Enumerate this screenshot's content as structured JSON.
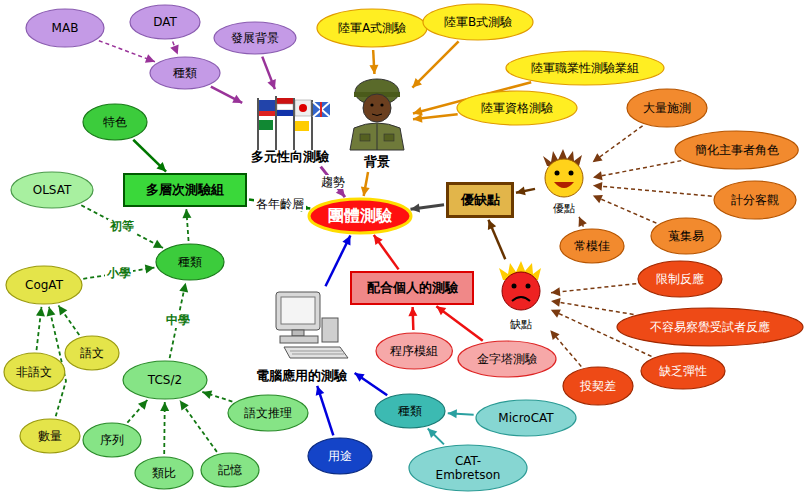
{
  "diagram": {
    "nodes": [
      {
        "text": [
          "團體測驗"
        ]
      },
      {
        "text": [
          "多元性向測驗"
        ]
      },
      {
        "text": [
          "發展背景"
        ]
      },
      {
        "text": [
          "種類"
        ]
      },
      {
        "text": [
          "MAB"
        ]
      },
      {
        "text": [
          "DAT"
        ]
      },
      {
        "text": [
          "背景"
        ]
      },
      {
        "text": [
          "陸軍A式測驗"
        ]
      },
      {
        "text": [
          "陸軍B式測驗"
        ]
      },
      {
        "text": [
          "陸軍職業性測驗業組"
        ]
      },
      {
        "text": [
          "陸軍資格測驗"
        ]
      },
      {
        "text": [
          "優缺點"
        ]
      },
      {
        "text": [
          "優點"
        ]
      },
      {
        "text": [
          "大量施測"
        ]
      },
      {
        "text": [
          "簡化主事者角色"
        ]
      },
      {
        "text": [
          "計分客觀"
        ]
      },
      {
        "text": [
          "蒐集易"
        ]
      },
      {
        "text": [
          "常模佳"
        ]
      },
      {
        "text": [
          "缺點"
        ]
      },
      {
        "text": [
          "限制反應"
        ]
      },
      {
        "text": [
          "不容易察覺受試者反應"
        ]
      },
      {
        "text": [
          "缺乏彈性"
        ]
      },
      {
        "text": [
          "投契差"
        ]
      },
      {
        "text": [
          "配合個人的測驗"
        ]
      },
      {
        "text": [
          "程序模組"
        ]
      },
      {
        "text": [
          "金字塔測驗"
        ]
      },
      {
        "text": [
          "電腦應用的測驗"
        ]
      },
      {
        "text": [
          "種類"
        ]
      },
      {
        "text": [
          "用途"
        ]
      },
      {
        "text": [
          "MicroCAT"
        ]
      },
      {
        "text": [
          "CAT- Embretson"
        ]
      },
      {
        "text": [
          "多層次測驗組"
        ]
      },
      {
        "text": [
          "特色"
        ]
      },
      {
        "text": [
          "種類"
        ]
      },
      {
        "text": [
          "OLSAT"
        ]
      },
      {
        "text": [
          "CogAT"
        ]
      },
      {
        "text": [
          "非語文"
        ]
      },
      {
        "text": [
          "語文"
        ]
      },
      {
        "text": [
          "數量"
        ]
      },
      {
        "text": [
          "TCS/2"
        ]
      },
      {
        "text": [
          "語文推理"
        ]
      },
      {
        "text": [
          "序列"
        ]
      },
      {
        "text": [
          "類比"
        ]
      },
      {
        "text": [
          "記憶"
        ]
      }
    ],
    "edges": [
      {
        "from": 1,
        "to": 0,
        "label": "趨勢",
        "arrow": "to"
      },
      {
        "from": 2,
        "to": 1,
        "arrow": "to"
      },
      {
        "from": 3,
        "to": 1,
        "arrow": "to"
      },
      {
        "from": 4,
        "to": 3,
        "arrow": "to"
      },
      {
        "from": 5,
        "to": 3,
        "arrow": "to"
      },
      {
        "from": 6,
        "to": 0,
        "arrow": "to"
      },
      {
        "from": 7,
        "to": 6,
        "arrow": "to"
      },
      {
        "from": 8,
        "to": 6,
        "arrow": "to"
      },
      {
        "from": 9,
        "to": 6,
        "arrow": "to"
      },
      {
        "from": 10,
        "to": 6,
        "arrow": "to"
      },
      {
        "from": 11,
        "to": 0,
        "arrow": "to"
      },
      {
        "from": 12,
        "to": 11,
        "arrow": "to"
      },
      {
        "from": 18,
        "to": 11,
        "arrow": "to"
      },
      {
        "from": 13,
        "to": 12,
        "arrow": "to"
      },
      {
        "from": 14,
        "to": 12,
        "arrow": "to"
      },
      {
        "from": 15,
        "to": 12,
        "arrow": "to"
      },
      {
        "from": 16,
        "to": 12,
        "arrow": "to"
      },
      {
        "from": 17,
        "to": 12,
        "arrow": "to"
      },
      {
        "from": 19,
        "to": 18,
        "arrow": "to"
      },
      {
        "from": 20,
        "to": 18,
        "arrow": "to"
      },
      {
        "from": 21,
        "to": 18,
        "arrow": "to"
      },
      {
        "from": 22,
        "to": 18,
        "arrow": "to"
      },
      {
        "from": 23,
        "to": 0,
        "arrow": "to"
      },
      {
        "from": 24,
        "to": 23,
        "arrow": "to"
      },
      {
        "from": 25,
        "to": 23,
        "arrow": "to"
      },
      {
        "from": 26,
        "to": 0,
        "arrow": "to"
      },
      {
        "from": 27,
        "to": 26,
        "arrow": "to"
      },
      {
        "from": 28,
        "to": 26,
        "arrow": "to"
      },
      {
        "from": 29,
        "to": 27,
        "arrow": "to"
      },
      {
        "from": 30,
        "to": 27,
        "arrow": "to"
      },
      {
        "from": 31,
        "to": 0,
        "label": "各年齡層",
        "arrow": "to"
      },
      {
        "from": 32,
        "to": 31,
        "arrow": "to"
      },
      {
        "from": 33,
        "to": 31,
        "arrow": "to"
      },
      {
        "from": 34,
        "to": 33,
        "label": "初等",
        "arrow": "to"
      },
      {
        "from": 35,
        "to": 33,
        "label": "小學",
        "arrow": "to"
      },
      {
        "from": 39,
        "to": 33,
        "label": "中學",
        "arrow": "to"
      },
      {
        "from": 36,
        "to": 35,
        "arrow": "to"
      },
      {
        "from": 37,
        "to": 35,
        "arrow": "to"
      },
      {
        "from": 38,
        "to": 35,
        "arrow": "to"
      },
      {
        "from": 40,
        "to": 39,
        "arrow": "to"
      },
      {
        "from": 41,
        "to": 39,
        "arrow": "to"
      },
      {
        "from": 42,
        "to": 39,
        "arrow": "to"
      },
      {
        "from": 43,
        "to": 39,
        "arrow": "to"
      }
    ]
  }
}
